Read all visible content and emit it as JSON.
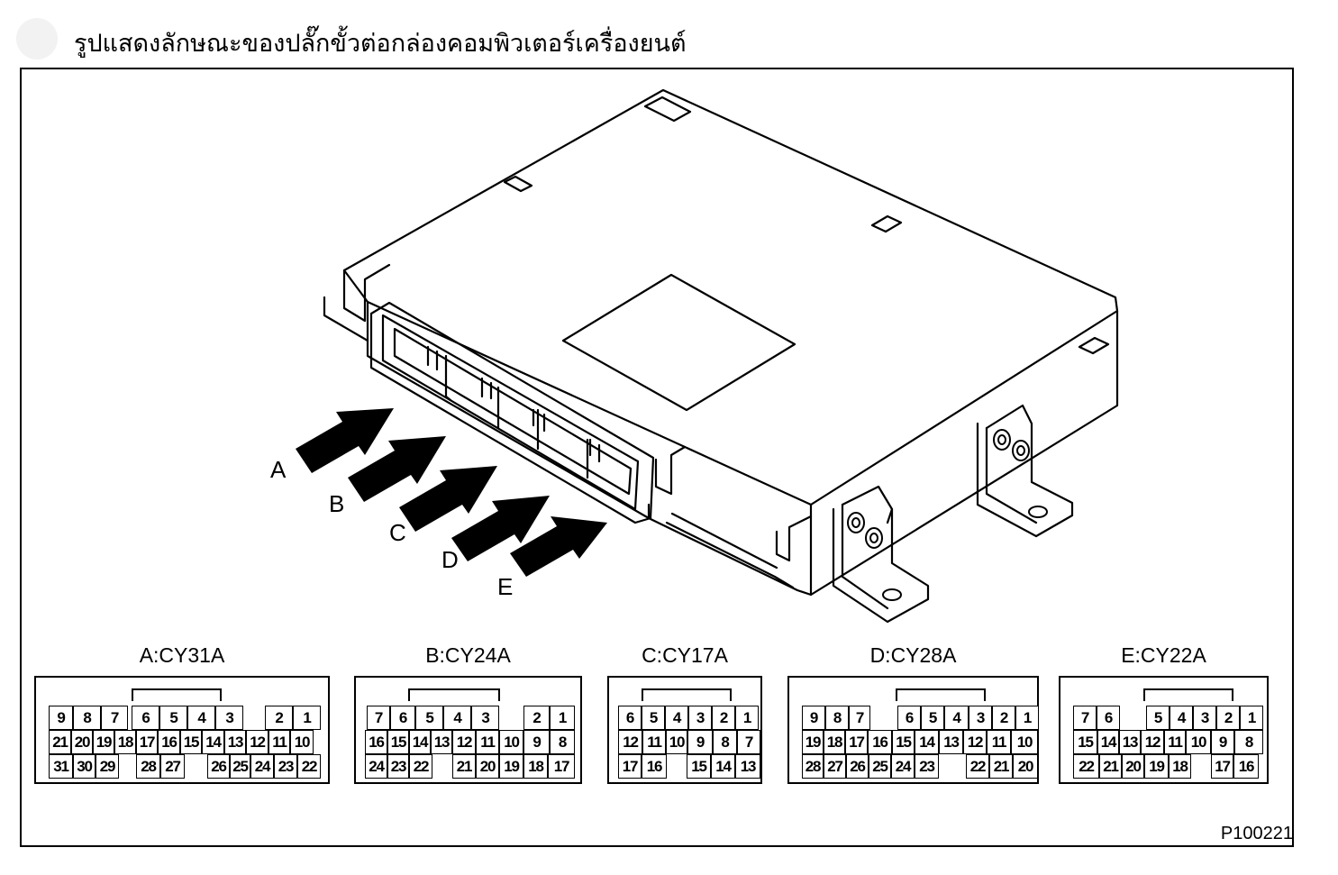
{
  "title": "รูปแสดงลักษณะของปลั๊กขั้วต่อกล่องคอมพิวเตอร์เครื่องยนต์",
  "reference_code": "P100221",
  "arrow_labels": [
    "A",
    "B",
    "C",
    "D",
    "E"
  ],
  "connectors": [
    {
      "label": "A:CY31A",
      "rows": [
        [
          "9",
          "8",
          "7",
          "6",
          "5",
          "4",
          "3",
          "",
          "2",
          "1"
        ],
        [
          "21",
          "20",
          "19",
          "18",
          "17",
          "16",
          "15",
          "14",
          "13",
          "12",
          "11",
          "10"
        ],
        [
          "31",
          "30",
          "29",
          "",
          "28",
          "27",
          "",
          "26",
          "25",
          "24",
          "23",
          "22"
        ]
      ]
    },
    {
      "label": "B:CY24A",
      "rows": [
        [
          "7",
          "6",
          "5",
          "4",
          "3",
          "",
          "2",
          "1"
        ],
        [
          "16",
          "15",
          "14",
          "13",
          "12",
          "11",
          "10",
          "9",
          "8"
        ],
        [
          "24",
          "23",
          "22",
          "",
          "21",
          "20",
          "19",
          "18",
          "17"
        ]
      ]
    },
    {
      "label": "C:CY17A",
      "rows": [
        [
          "6",
          "5",
          "4",
          "3",
          "2",
          "1"
        ],
        [
          "12",
          "11",
          "10",
          "9",
          "8",
          "7"
        ],
        [
          "17",
          "16",
          "",
          "15",
          "14",
          "13"
        ]
      ]
    },
    {
      "label": "D:CY28A",
      "rows": [
        [
          "9",
          "8",
          "7",
          "",
          "6",
          "5",
          "4",
          "3",
          "2",
          "1"
        ],
        [
          "19",
          "18",
          "17",
          "16",
          "15",
          "14",
          "13",
          "12",
          "11",
          "10"
        ],
        [
          "28",
          "27",
          "26",
          "25",
          "24",
          "23",
          "",
          "22",
          "21",
          "20"
        ]
      ]
    },
    {
      "label": "E:CY22A",
      "rows": [
        [
          "7",
          "6",
          "",
          "5",
          "4",
          "3",
          "2",
          "1"
        ],
        [
          "15",
          "14",
          "13",
          "12",
          "11",
          "10",
          "9",
          "8"
        ],
        [
          "22",
          "21",
          "20",
          "19",
          "18",
          "",
          "17",
          "16"
        ]
      ]
    }
  ]
}
